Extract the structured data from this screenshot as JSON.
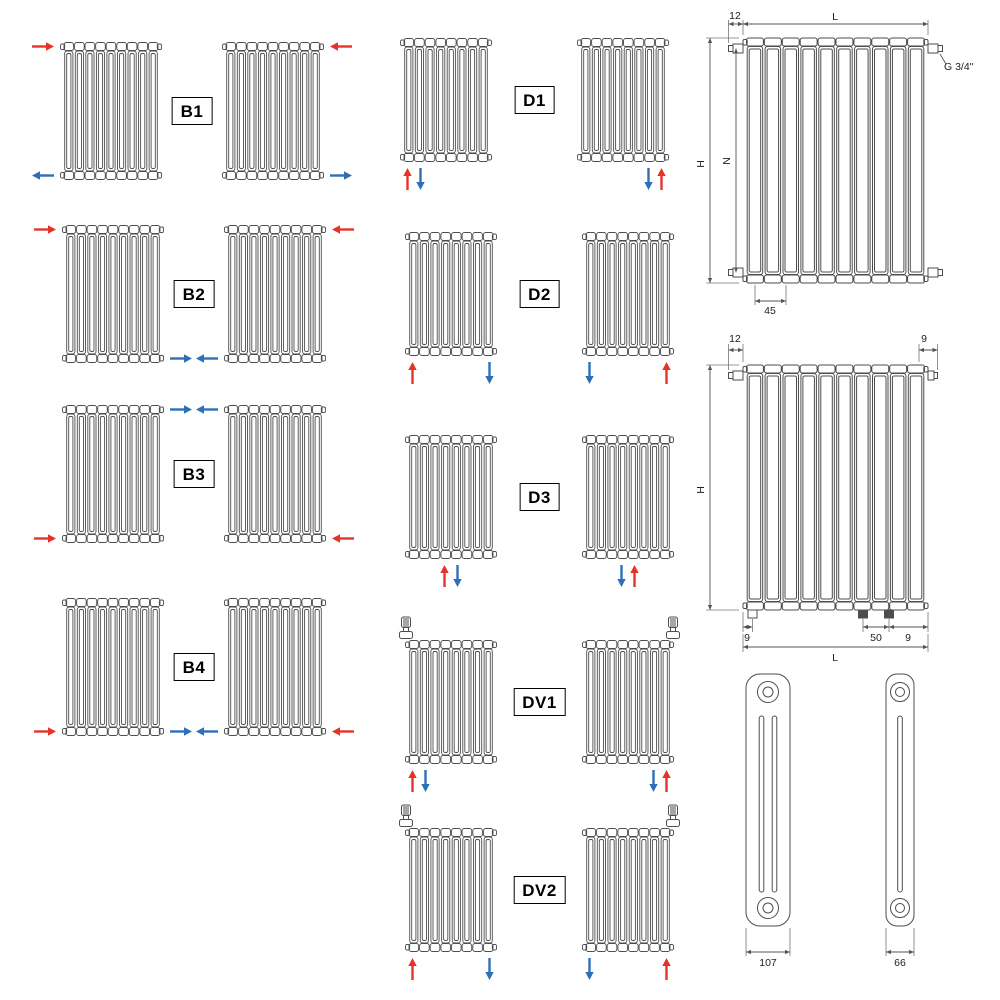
{
  "colors": {
    "red": "#e63329",
    "blue": "#2e6fb8",
    "line": "#4d4d4d"
  },
  "configs": [
    {
      "label": "B1",
      "left": {
        "arrows": [
          {
            "loc": "TL",
            "dir": "right",
            "color": "red"
          },
          {
            "loc": "BL",
            "dir": "left",
            "color": "blue"
          }
        ]
      },
      "right": {
        "arrows": [
          {
            "loc": "TR",
            "dir": "left",
            "color": "red"
          },
          {
            "loc": "BR",
            "dir": "right",
            "color": "blue"
          }
        ]
      }
    },
    {
      "label": "B2",
      "left": {
        "arrows": [
          {
            "loc": "TL",
            "dir": "right",
            "color": "red"
          },
          {
            "loc": "BR",
            "dir": "right",
            "color": "blue"
          }
        ]
      },
      "right": {
        "arrows": [
          {
            "loc": "TR",
            "dir": "left",
            "color": "red"
          },
          {
            "loc": "BL",
            "dir": "left",
            "color": "blue"
          }
        ]
      }
    },
    {
      "label": "B3",
      "left": {
        "arrows": [
          {
            "loc": "TR",
            "dir": "right",
            "color": "blue"
          },
          {
            "loc": "BL",
            "dir": "right",
            "color": "red"
          }
        ]
      },
      "right": {
        "arrows": [
          {
            "loc": "TL",
            "dir": "left",
            "color": "blue"
          },
          {
            "loc": "BR",
            "dir": "left",
            "color": "red"
          }
        ]
      }
    },
    {
      "label": "B4",
      "left": {
        "arrows": [
          {
            "loc": "BL",
            "dir": "right",
            "color": "red"
          },
          {
            "loc": "BR",
            "dir": "right",
            "color": "blue"
          }
        ]
      },
      "right": {
        "arrows": [
          {
            "loc": "BL",
            "dir": "left",
            "color": "blue"
          },
          {
            "loc": "BR",
            "dir": "left",
            "color": "red"
          }
        ]
      }
    },
    {
      "label": "D1",
      "left": {
        "arrows": [
          {
            "loc": "B",
            "x": 0.08,
            "dir": "up",
            "color": "red"
          },
          {
            "loc": "B",
            "x": 0.22,
            "dir": "down",
            "color": "blue"
          }
        ]
      },
      "right": {
        "arrows": [
          {
            "loc": "B",
            "x": 0.78,
            "dir": "down",
            "color": "blue"
          },
          {
            "loc": "B",
            "x": 0.92,
            "dir": "up",
            "color": "red"
          }
        ]
      }
    },
    {
      "label": "D2",
      "left": {
        "arrows": [
          {
            "loc": "B",
            "x": 0.08,
            "dir": "up",
            "color": "red"
          },
          {
            "loc": "B",
            "x": 0.92,
            "dir": "down",
            "color": "blue"
          }
        ]
      },
      "right": {
        "arrows": [
          {
            "loc": "B",
            "x": 0.08,
            "dir": "down",
            "color": "blue"
          },
          {
            "loc": "B",
            "x": 0.92,
            "dir": "up",
            "color": "red"
          }
        ]
      }
    },
    {
      "label": "D3",
      "left": {
        "arrows": [
          {
            "loc": "B",
            "x": 0.43,
            "dir": "up",
            "color": "red"
          },
          {
            "loc": "B",
            "x": 0.57,
            "dir": "down",
            "color": "blue"
          }
        ]
      },
      "right": {
        "arrows": [
          {
            "loc": "B",
            "x": 0.43,
            "dir": "down",
            "color": "blue"
          },
          {
            "loc": "B",
            "x": 0.57,
            "dir": "up",
            "color": "red"
          }
        ]
      }
    },
    {
      "label": "DV1",
      "left": {
        "valve": "TL",
        "arrows": [
          {
            "loc": "B",
            "x": 0.08,
            "dir": "up",
            "color": "red"
          },
          {
            "loc": "B",
            "x": 0.22,
            "dir": "down",
            "color": "blue"
          }
        ]
      },
      "right": {
        "valve": "TR",
        "arrows": [
          {
            "loc": "B",
            "x": 0.78,
            "dir": "down",
            "color": "blue"
          },
          {
            "loc": "B",
            "x": 0.92,
            "dir": "up",
            "color": "red"
          }
        ]
      }
    },
    {
      "label": "DV2",
      "left": {
        "valve": "TL",
        "arrows": [
          {
            "loc": "B",
            "x": 0.08,
            "dir": "up",
            "color": "red"
          },
          {
            "loc": "B",
            "x": 0.92,
            "dir": "down",
            "color": "blue"
          }
        ]
      },
      "right": {
        "valve": "TR",
        "arrows": [
          {
            "loc": "B",
            "x": 0.08,
            "dir": "down",
            "color": "blue"
          },
          {
            "loc": "B",
            "x": 0.92,
            "dir": "up",
            "color": "red"
          }
        ]
      }
    }
  ],
  "dim_side": {
    "offset_top": "12",
    "length": "L",
    "thread": "G 3/4''",
    "height": "H",
    "axis_distance": "N",
    "offset_bottom": "45"
  },
  "dim_bottom": {
    "offset_left": "12",
    "offset_right": "9",
    "height": "H",
    "foot_left": "9",
    "foot_span": "50",
    "foot_right": "9",
    "length": "L"
  },
  "profiles": {
    "depth_3col": "107",
    "depth_2col": "66"
  }
}
